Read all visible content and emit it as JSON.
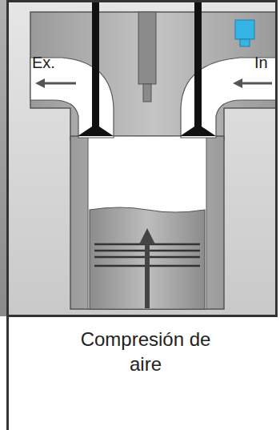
{
  "diagram": {
    "caption": "Compresión de aire",
    "labels": [
      "Ex.",
      "In"
    ]
  }
}
